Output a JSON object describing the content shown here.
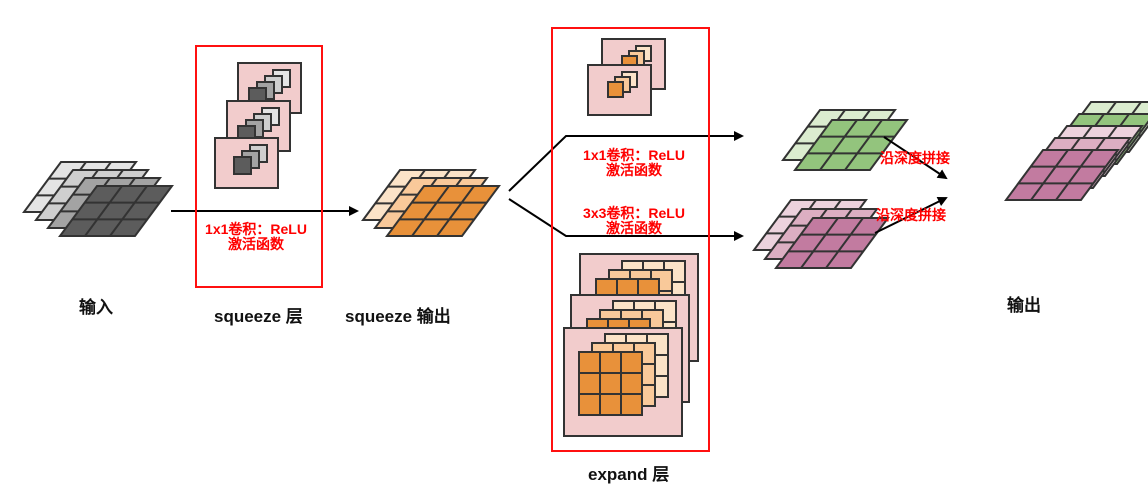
{
  "title": "SqueezeNet Fire module diagram",
  "labels": {
    "input": "输入",
    "squeeze_layer": "squeeze 层",
    "squeeze_output": "squeeze 输出",
    "expand_layer": "expand 层",
    "output": "输出"
  },
  "annotations": {
    "squeeze_conv_line1": "1x1卷积：ReLU",
    "squeeze_conv_line2": "激活函数",
    "expand_1x1_line1": "1x1卷积：ReLU",
    "expand_1x1_line2": "激活函数",
    "expand_3x3_line1": "3x3卷积：ReLU",
    "expand_3x3_line2": "激活函数",
    "concat_top": "沿深度拼接",
    "concat_bottom": "沿深度拼接"
  },
  "colors": {
    "highlight_box": "#ff1010",
    "annotation_text": "#ff0000",
    "kernel_bg": "#f2cccc",
    "gray_layers": [
      "#e4e4e4",
      "#cfcfcf",
      "#a3a3a3",
      "#5c5c5c"
    ],
    "orange_layers": [
      "#fbe3c8",
      "#f9c99a",
      "#e8913a"
    ],
    "green_layers": [
      "#dbeccf",
      "#93c47d"
    ],
    "purple_layers": [
      "#ecd2dd",
      "#dcaec2",
      "#c27ba0"
    ],
    "output_layers": [
      "#dbeccf",
      "#93c47d",
      "#ecd2dd",
      "#dcaec2",
      "#c27ba0"
    ],
    "stroke": "#333333"
  },
  "stages": [
    {
      "name": "input",
      "layers": 4,
      "grid": "3x3"
    },
    {
      "name": "squeeze_layer",
      "kernels": 3,
      "kernel_size": "1x1"
    },
    {
      "name": "squeeze_output",
      "layers": 3,
      "grid": "3x3"
    },
    {
      "name": "expand_layer",
      "branches": [
        "1x1",
        "3x3"
      ]
    },
    {
      "name": "expand_1x1_output",
      "layers": 2,
      "grid": "3x3"
    },
    {
      "name": "expand_3x3_output",
      "layers": 3,
      "grid": "3x3"
    },
    {
      "name": "output",
      "layers": 5,
      "grid": "3x3"
    }
  ]
}
